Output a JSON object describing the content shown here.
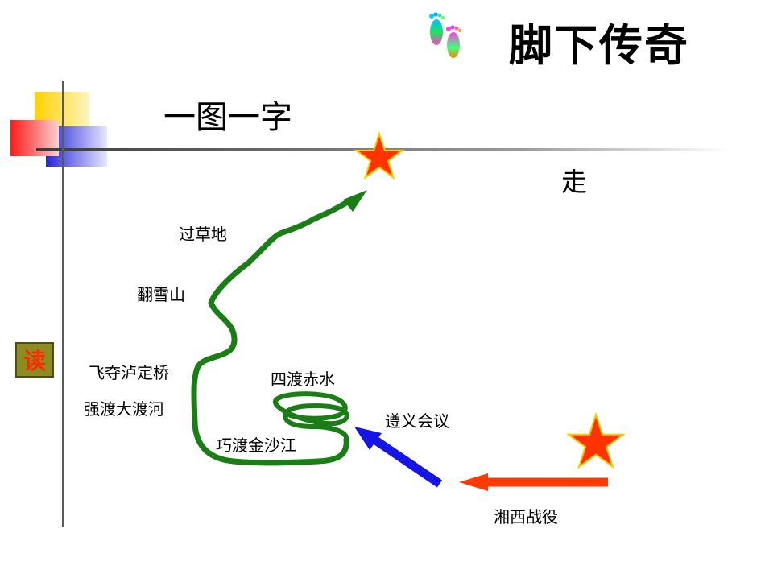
{
  "header": {
    "title": "脚下传奇",
    "icon": "footprints-icon"
  },
  "subtitle": "一图一字",
  "keyword": "走",
  "badge": {
    "label": "读"
  },
  "route": {
    "stops": [
      {
        "id": "xiangxi",
        "label": "湘西战役"
      },
      {
        "id": "zunyi",
        "label": "遵义会议"
      },
      {
        "id": "sidu",
        "label": "四渡赤水"
      },
      {
        "id": "qiaodu",
        "label": "巧渡金沙江"
      },
      {
        "id": "qiangdu",
        "label": "强渡大渡河"
      },
      {
        "id": "feiduo",
        "label": "飞夺泸定桥"
      },
      {
        "id": "fanxue",
        "label": "翻雪山"
      },
      {
        "id": "guocao",
        "label": "过草地"
      }
    ]
  },
  "colors": {
    "path_green": "#1a7d16",
    "arrow_blue": "#1515e6",
    "arrow_red": "#ff3b00",
    "star": "#ff3300",
    "star_outline": "#ffcc00",
    "deco_yellow": "#ffd000",
    "deco_red": "#ff1a1a",
    "deco_blue": "#2727d6"
  }
}
